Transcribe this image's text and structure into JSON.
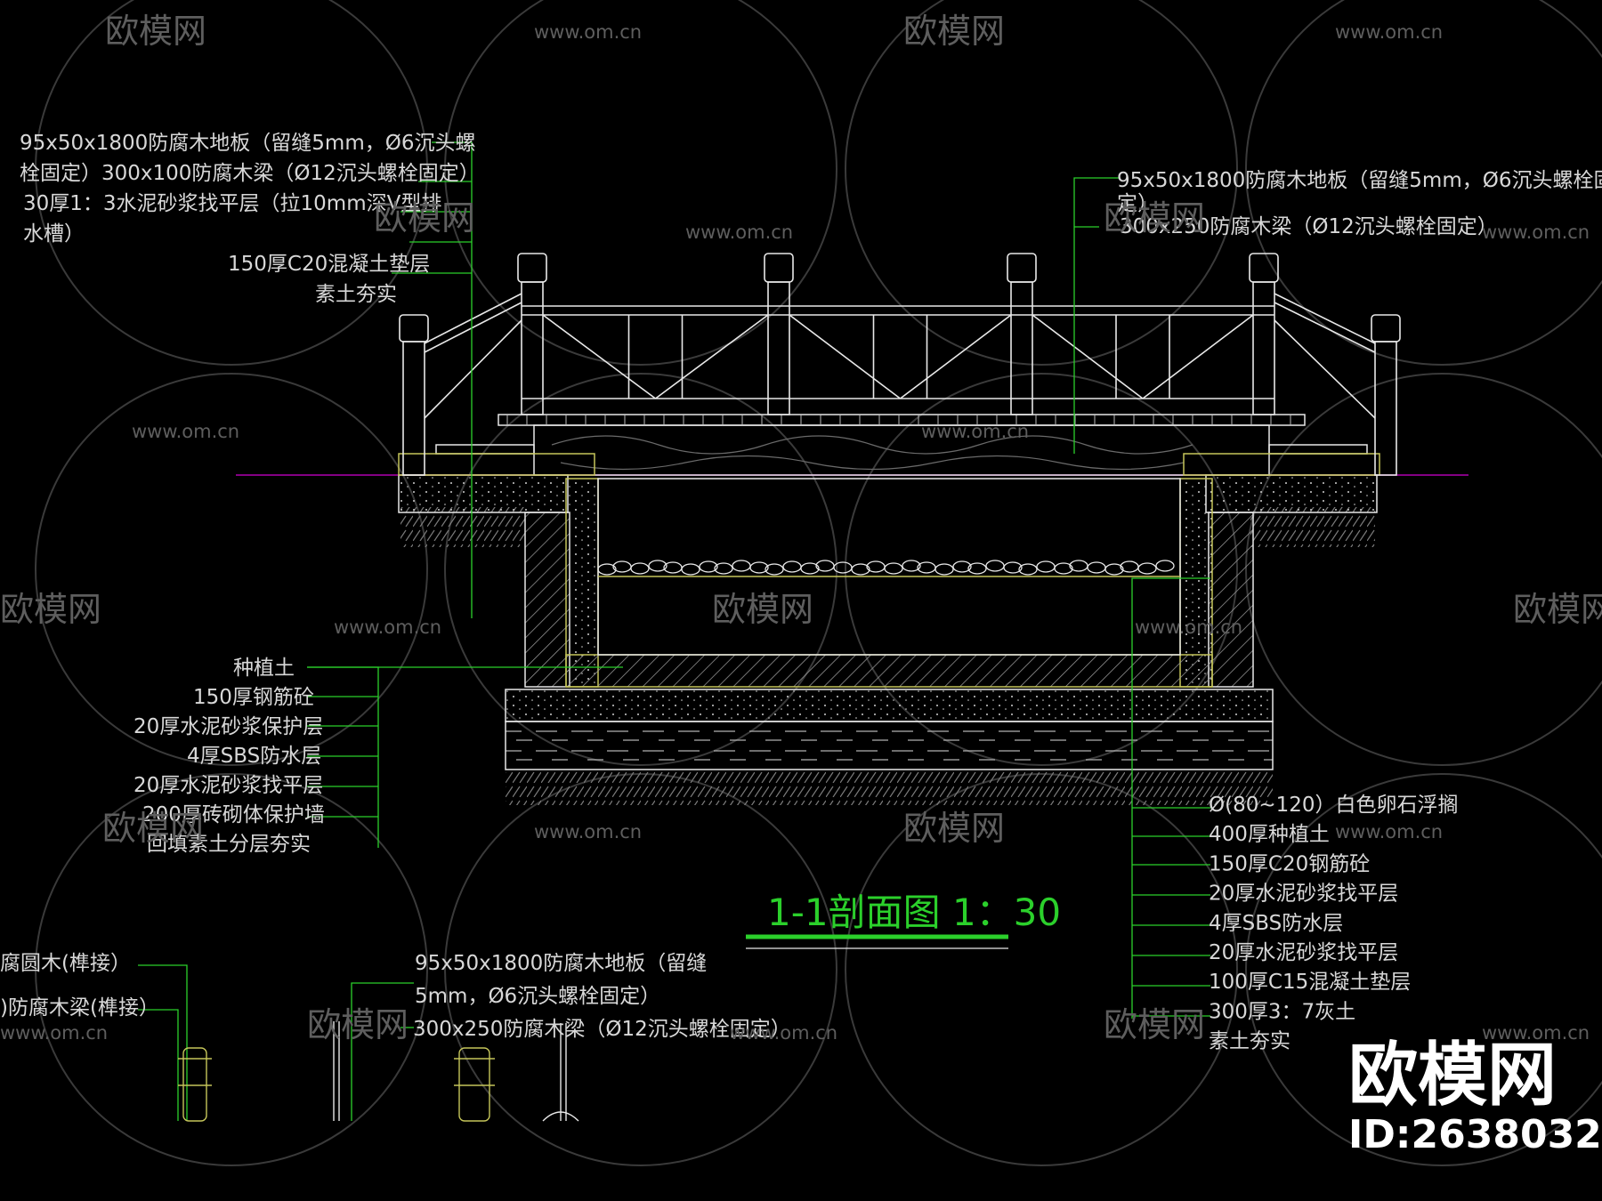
{
  "drawing": {
    "title": "1-1剖面图 1：30",
    "colors": {
      "background": "#000000",
      "linework": "#e8e8e8",
      "leader": "#2bd02b",
      "accent": "#c6c65a",
      "grade": "#b000b0"
    }
  },
  "callouts": {
    "top_left": [
      "95x50x1800防腐木地板（留缝5mm，Ø6沉头螺",
      "栓固定）300x100防腐木梁（Ø12沉头螺栓固定）",
      "30厚1：3水泥砂浆找平层（拉10mm深V型排",
      "水槽）",
      "150厚C20混凝土垫层",
      "素土夯实"
    ],
    "top_right": [
      "95x50x1800防腐木地板（留缝5mm，Ø6沉头螺栓固",
      "定）",
      "300x250防腐木梁（Ø12沉头螺栓固定）"
    ],
    "mid_left": [
      "种植土",
      "150厚钢筋砼",
      "20厚水泥砂浆保护层",
      "4厚SBS防水层",
      "20厚水泥砂浆找平层",
      "200厚砖砌体保护墙",
      "回填素土分层夯实"
    ],
    "right": [
      "Ø(80~120）白色卵石浮搁",
      "400厚种植土",
      "150厚C20钢筋砼",
      "20厚水泥砂浆找平层",
      "4厚SBS防水层",
      "20厚水泥砂浆找平层",
      "100厚C15混凝土垫层",
      "300厚3：7灰土",
      "素土夯实"
    ],
    "bottom_left": [
      "腐圆木(榫接）",
      ")防腐木梁(榫接）"
    ],
    "bottom_mid": [
      "95x50x1800防腐木地板（留缝",
      "5mm，Ø6沉头螺栓固定）",
      "300x250防腐木梁（Ø12沉头螺栓固定）"
    ]
  },
  "watermark": {
    "logo_text": "欧模网",
    "url_text": "www.om.cn",
    "brand": "欧模网",
    "id_label": "ID:2638032"
  }
}
